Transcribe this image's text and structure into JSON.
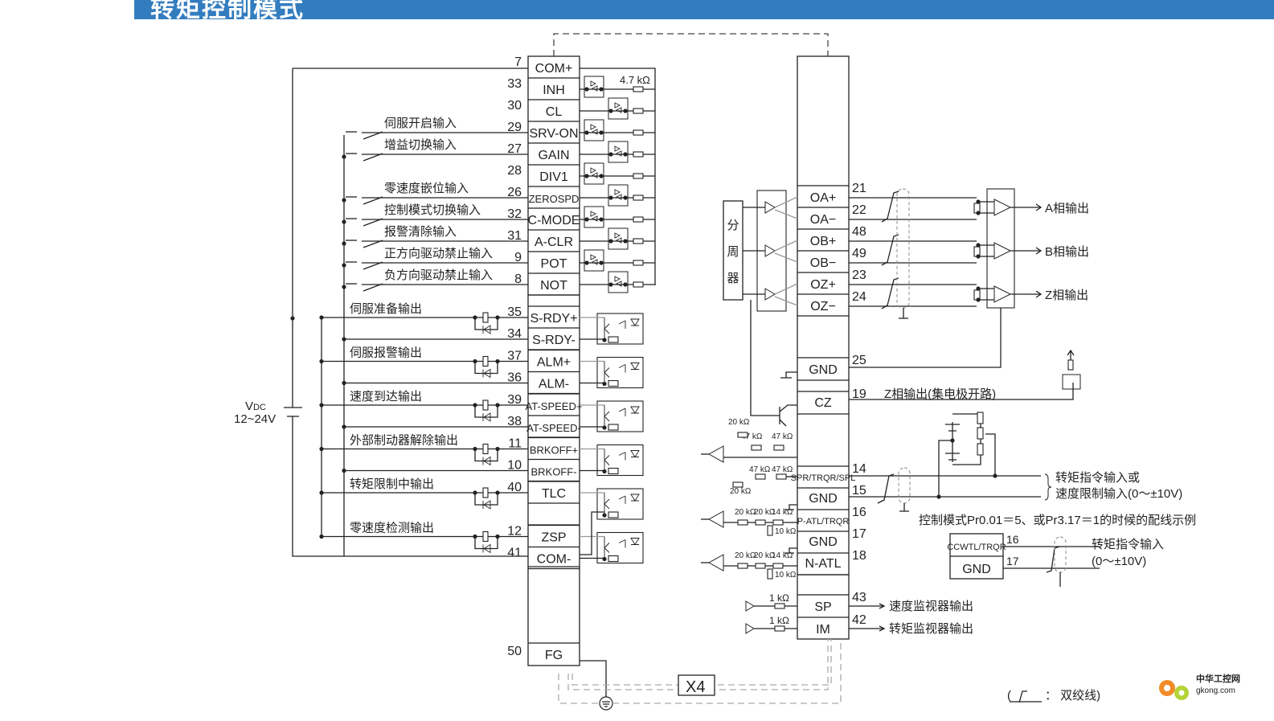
{
  "title": "转矩控制模式",
  "colors": {
    "title_bar": "#337dbf",
    "title_text": "#ffffff",
    "line": "#222222",
    "gray_line": "#999999"
  },
  "power_supply": {
    "label_v": "V",
    "label_sub": "DC",
    "range": "12~24V"
  },
  "left_connector": {
    "top_pin": {
      "pin": "7",
      "signal": "COM+"
    },
    "inputs": [
      {
        "pin": "33",
        "signal": "INH",
        "label": ""
      },
      {
        "pin": "30",
        "signal": "CL",
        "label": ""
      },
      {
        "pin": "29",
        "signal": "SRV-ON",
        "label": "伺服开启输入"
      },
      {
        "pin": "27",
        "signal": "GAIN",
        "label": "增益切换输入"
      },
      {
        "pin": "28",
        "signal": "DIV1",
        "label": ""
      },
      {
        "pin": "26",
        "signal": "ZEROSPD",
        "label": "零速度嵌位输入"
      },
      {
        "pin": "32",
        "signal": "C-MODE",
        "label": "控制模式切换输入"
      },
      {
        "pin": "31",
        "signal": "A-CLR",
        "label": "报警清除输入"
      },
      {
        "pin": "9",
        "signal": "POT",
        "label": "正方向驱动禁止输入"
      },
      {
        "pin": "8",
        "signal": "NOT",
        "label": "负方向驱动禁止输入"
      }
    ],
    "resistor_label": "4.7 kΩ",
    "outputs": [
      {
        "label": "伺服准备输出",
        "pos": {
          "pin": "35",
          "signal": "S-RDY+"
        },
        "neg": {
          "pin": "34",
          "signal": "S-RDY-"
        }
      },
      {
        "label": "伺服报警输出",
        "pos": {
          "pin": "37",
          "signal": "ALM+"
        },
        "neg": {
          "pin": "36",
          "signal": "ALM-"
        }
      },
      {
        "label": "速度到达输出",
        "pos": {
          "pin": "39",
          "signal": "AT-SPEED+"
        },
        "neg": {
          "pin": "38",
          "signal": "AT-SPEED-"
        }
      },
      {
        "label": "外部制动器解除输出",
        "pos": {
          "pin": "11",
          "signal": "BRKOFF+"
        },
        "neg": {
          "pin": "10",
          "signal": "BRKOFF-"
        }
      },
      {
        "label": "转矩限制中输出",
        "pos": {
          "pin": "40",
          "signal": "TLC"
        },
        "neg": null
      },
      {
        "label": "零速度检测输出",
        "pos": {
          "pin": "12",
          "signal": "ZSP"
        },
        "neg": {
          "pin": "41",
          "signal": "COM-"
        }
      }
    ],
    "fg": {
      "pin": "50",
      "signal": "FG"
    }
  },
  "right_connector": {
    "divider_label": [
      "分",
      "周",
      "器"
    ],
    "encoder_outputs": [
      {
        "pin": "21",
        "signal": "OA+"
      },
      {
        "pin": "22",
        "signal": "OA−"
      },
      {
        "pin": "48",
        "signal": "OB+"
      },
      {
        "pin": "49",
        "signal": "OB−"
      },
      {
        "pin": "23",
        "signal": "OZ+"
      },
      {
        "pin": "24",
        "signal": "OZ−"
      }
    ],
    "phase_outputs": [
      "A相输出",
      "B相输出",
      "Z相输出"
    ],
    "gnd25": {
      "pin": "25",
      "signal": "GND"
    },
    "cz": {
      "pin": "19",
      "signal": "CZ",
      "label": "Z相输出(集电极开路)"
    },
    "analog": [
      {
        "pin": "14",
        "signal": "SPR/TRQR/SPL"
      },
      {
        "pin": "15",
        "signal": "GND"
      },
      {
        "pin": "16",
        "signal": "P-ATL/TRQR"
      },
      {
        "pin": "17",
        "signal": "GND"
      },
      {
        "pin": "18",
        "signal": "N-ATL"
      }
    ],
    "resistors": {
      "r20k": "20 kΩ",
      "r47k": "47 kΩ",
      "r14k": "14 kΩ",
      "r10k": "10 kΩ",
      "r1k": "1 kΩ"
    },
    "torque_input_label": [
      "转矩指令输入或",
      "速度限制输入(0～±10V)"
    ],
    "mode_note": "控制模式Pr0.01＝5、或Pr3.17＝1的时候的配线示例",
    "alt_connector": {
      "rows": [
        {
          "pin": "16",
          "signal": "CCWTL/TRQR"
        },
        {
          "pin": "17",
          "signal": "GND"
        }
      ],
      "label": [
        "转矩指令输入",
        "(0～±10V)"
      ]
    },
    "monitors": [
      {
        "pin": "43",
        "signal": "SP",
        "label": "速度监视器输出"
      },
      {
        "pin": "42",
        "signal": "IM",
        "label": "转矩监视器输出"
      }
    ]
  },
  "shield_box": "X4",
  "legend": {
    "text": "：  双绞线)",
    "prefix": "("
  },
  "watermark": {
    "cn": "中华工控网",
    "en": "gkong.com"
  }
}
